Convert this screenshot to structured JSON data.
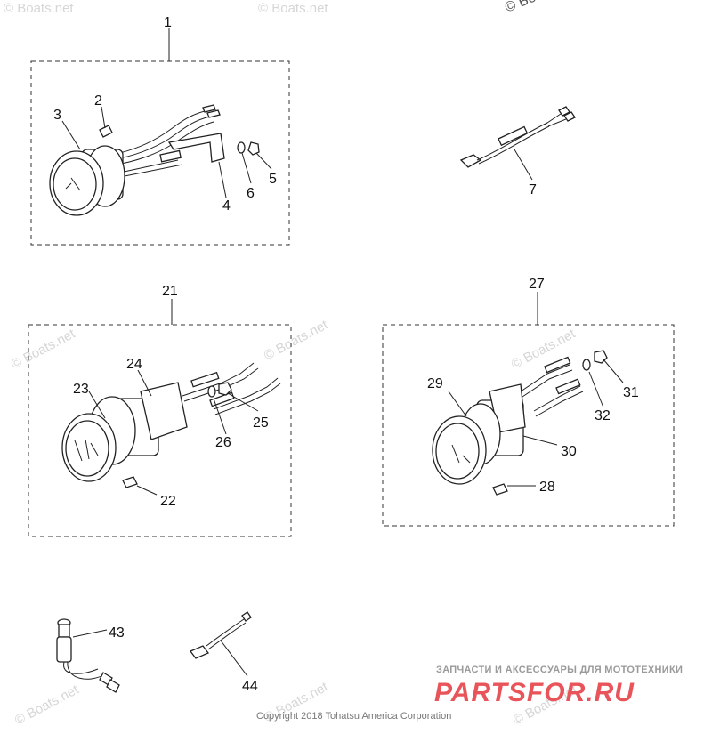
{
  "callouts": {
    "c1": "1",
    "c2": "2",
    "c3": "3",
    "c4": "4",
    "c5": "5",
    "c6": "6",
    "c7": "7",
    "c21": "21",
    "c22": "22",
    "c23": "23",
    "c24": "24",
    "c25": "25",
    "c26": "26",
    "c27": "27",
    "c28": "28",
    "c29": "29",
    "c30": "30",
    "c31": "31",
    "c32": "32",
    "c43": "43",
    "c44": "44"
  },
  "watermark": {
    "text": "© Boats.net"
  },
  "copyright": "Copyright 2018 Tohatsu America Corporation",
  "site_banner": {
    "subtitle": "ЗАПЧАСТИ И АКСЕССУАРЫ ДЛЯ МОТОТЕХНИКИ",
    "logo": "PARTSFOR.RU",
    "logo_color": "#e8545a"
  }
}
